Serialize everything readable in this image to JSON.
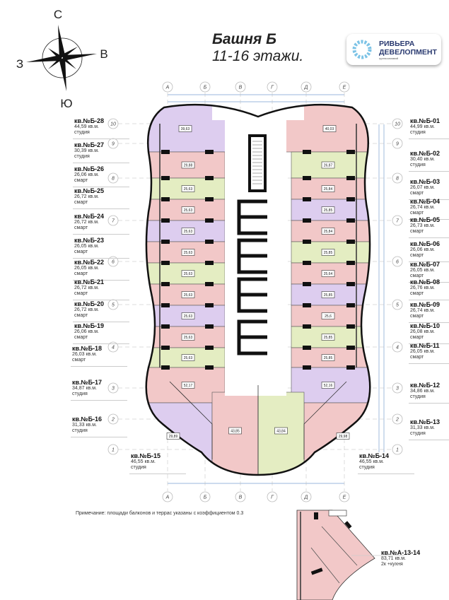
{
  "header": {
    "tower": "Башня Б",
    "floors": "11-16 этажи."
  },
  "logo": {
    "line1": "РИВЬЕРА",
    "line2": "ДЕВЕЛОПМЕНТ",
    "line3": "группа компаний"
  },
  "compass": {
    "north": "С",
    "south": "Ю",
    "east": "В",
    "west": "З"
  },
  "grid": {
    "columns": [
      "А",
      "Б",
      "В",
      "Г",
      "Д",
      "Е"
    ],
    "rows": [
      "10",
      "9",
      "8",
      "7",
      "6",
      "5",
      "4",
      "3",
      "2",
      "1"
    ]
  },
  "colors": {
    "pink": "#f2c8c8",
    "green": "#e4edc2",
    "purple": "#ddcdef",
    "axis": "#7a9fd0",
    "wall": "#111111"
  },
  "left_labels": [
    {
      "name": "кв.№Б-28",
      "area": "44,59 кв.м.",
      "type": "студия"
    },
    {
      "name": "кв.№Б-27",
      "area": "30,39 кв.м.",
      "type": "студия"
    },
    {
      "name": "кв.№Б-26",
      "area": "26,06 кв.м.",
      "type": "смарт"
    },
    {
      "name": "кв.№Б-25",
      "area": "26,72 кв.м.",
      "type": "смарт"
    },
    {
      "name": "кв.№Б-24",
      "area": "26,72 кв.м.",
      "type": "смарт"
    },
    {
      "name": "кв.№Б-23",
      "area": "26,05 кв.м.",
      "type": "смарт"
    },
    {
      "name": "кв.№Б-22",
      "area": "26,05 кв.м.",
      "type": "смарт"
    },
    {
      "name": "кв.№Б-21",
      "area": "26,72 кв.м.",
      "type": "смарт"
    },
    {
      "name": "кв.№Б-20",
      "area": "26,72 кв.м.",
      "type": "смарт"
    },
    {
      "name": "кв.№Б-19",
      "area": "26,06 кв.м.",
      "type": "смарт"
    },
    {
      "name": "кв.№Б-18",
      "area": "26,03 кв.м.",
      "type": "смарт"
    },
    {
      "name": "кв.№Б-17",
      "area": "34,87 кв.м.",
      "type": "студия"
    },
    {
      "name": "кв.№Б-16",
      "area": "31,33 кв.м.",
      "type": "студия"
    },
    {
      "name": "кв.№Б-15",
      "area": "46,55 кв.м.",
      "type": "студия"
    }
  ],
  "right_labels": [
    {
      "name": "кв.№Б-01",
      "area": "44,99 кв.м.",
      "type": "студия"
    },
    {
      "name": "кв.№Б-02",
      "area": "30,40 кв.м.",
      "type": "студия"
    },
    {
      "name": "кв.№Б-03",
      "area": "26,07 кв.м.",
      "type": "смарт"
    },
    {
      "name": "кв.№Б-04",
      "area": "26,74 кв.м.",
      "type": "смарт"
    },
    {
      "name": "кв.№Б-05",
      "area": "26,73 кв.м.",
      "type": "смарт"
    },
    {
      "name": "кв.№Б-06",
      "area": "26,06 кв.м.",
      "type": "смарт"
    },
    {
      "name": "кв.№Б-07",
      "area": "26,05 кв.м.",
      "type": "смарт"
    },
    {
      "name": "кв.№Б-08",
      "area": "26,76 кв.м.",
      "type": "смарт"
    },
    {
      "name": "кв.№Б-09",
      "area": "26,74 кв.м.",
      "type": "смарт"
    },
    {
      "name": "кв.№Б-10",
      "area": "26,08 кв.м.",
      "type": "смарт"
    },
    {
      "name": "кв.№Б-11",
      "area": "26,05 кв.м.",
      "type": "смарт"
    },
    {
      "name": "кв.№Б-12",
      "area": "34,86 кв.м.",
      "type": "студия"
    },
    {
      "name": "кв.№Б-13",
      "area": "31,33 кв.м.",
      "type": "студия"
    },
    {
      "name": "кв.№Б-14",
      "area": "46,55 кв.м.",
      "type": "студия"
    }
  ],
  "plan_units_left": [
    {
      "area": "39,63",
      "color": "purple"
    },
    {
      "area": "29,88",
      "color": "pink"
    },
    {
      "area": "25,63",
      "color": "green"
    },
    {
      "area": "25,63",
      "color": "pink"
    },
    {
      "area": "25,63",
      "color": "purple"
    },
    {
      "area": "25,63",
      "color": "pink"
    },
    {
      "area": "25,63",
      "color": "green"
    },
    {
      "area": "25,63",
      "color": "pink"
    },
    {
      "area": "25,63",
      "color": "purple"
    },
    {
      "area": "25,63",
      "color": "pink"
    },
    {
      "area": "25,63",
      "color": "green"
    },
    {
      "area": "52,17",
      "color": "pink"
    },
    {
      "area": "29,89",
      "color": "purple"
    },
    {
      "area": "43,85",
      "color": "pink"
    }
  ],
  "plan_units_right": [
    {
      "area": "40,03",
      "color": "pink"
    },
    {
      "area": "26,87",
      "color": "green"
    },
    {
      "area": "25,84",
      "color": "pink"
    },
    {
      "area": "25,85",
      "color": "purple"
    },
    {
      "area": "25,84",
      "color": "pink"
    },
    {
      "area": "25,85",
      "color": "green"
    },
    {
      "area": "25,64",
      "color": "pink"
    },
    {
      "area": "25,85",
      "color": "purple"
    },
    {
      "area": "25,6",
      "color": "pink"
    },
    {
      "area": "25,85",
      "color": "green"
    },
    {
      "area": "25,85",
      "color": "pink"
    },
    {
      "area": "52,16",
      "color": "purple"
    },
    {
      "area": "29,98",
      "color": "pink"
    },
    {
      "area": "43,84",
      "color": "green"
    }
  ],
  "note": "Примечание: площади балконов и террас указаны с коэффициентом 0.3",
  "inset": {
    "name": "кв.№А-13-14",
    "area": "83,71 кв.м.",
    "type": "2к +кухня"
  }
}
